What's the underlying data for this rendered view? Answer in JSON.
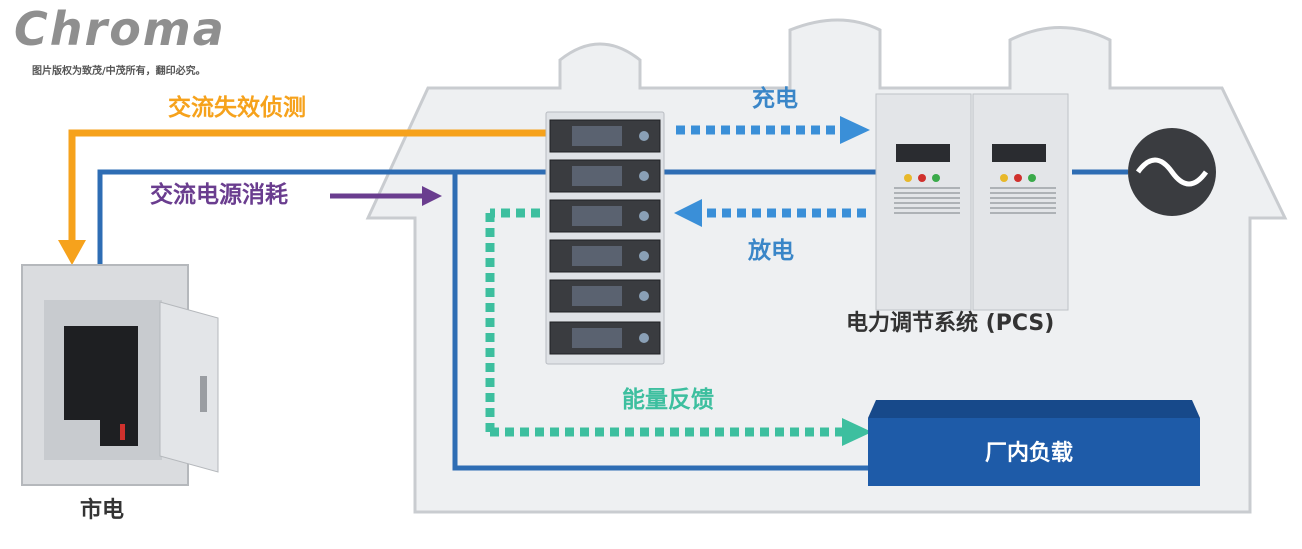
{
  "brand": {
    "logo_text": "Chroma",
    "copyright": "图片版权为致茂/中茂所有，翻印必究。"
  },
  "labels": {
    "ac_failure_detection": "交流失效侦测",
    "ac_power_consumption": "交流电源消耗",
    "charge": "充电",
    "discharge": "放电",
    "pcs": "电力调节系统 (PCS)",
    "energy_feedback": "能量反馈",
    "factory_load": "厂内负载",
    "mains": "市电"
  },
  "colors": {
    "orange": "#f6a21c",
    "purple": "#6a3d8f",
    "blue": "#2e6db4",
    "teal": "#3dbf9f",
    "dotted_blue": "#3a8fd8",
    "load_box": "#1e5ba8"
  },
  "icons": {
    "ac_source": "sine-wave-icon",
    "panel": "electrical-panel-icon",
    "rack": "power-rack-icon",
    "pcs": "pcs-cabinet-icon"
  }
}
